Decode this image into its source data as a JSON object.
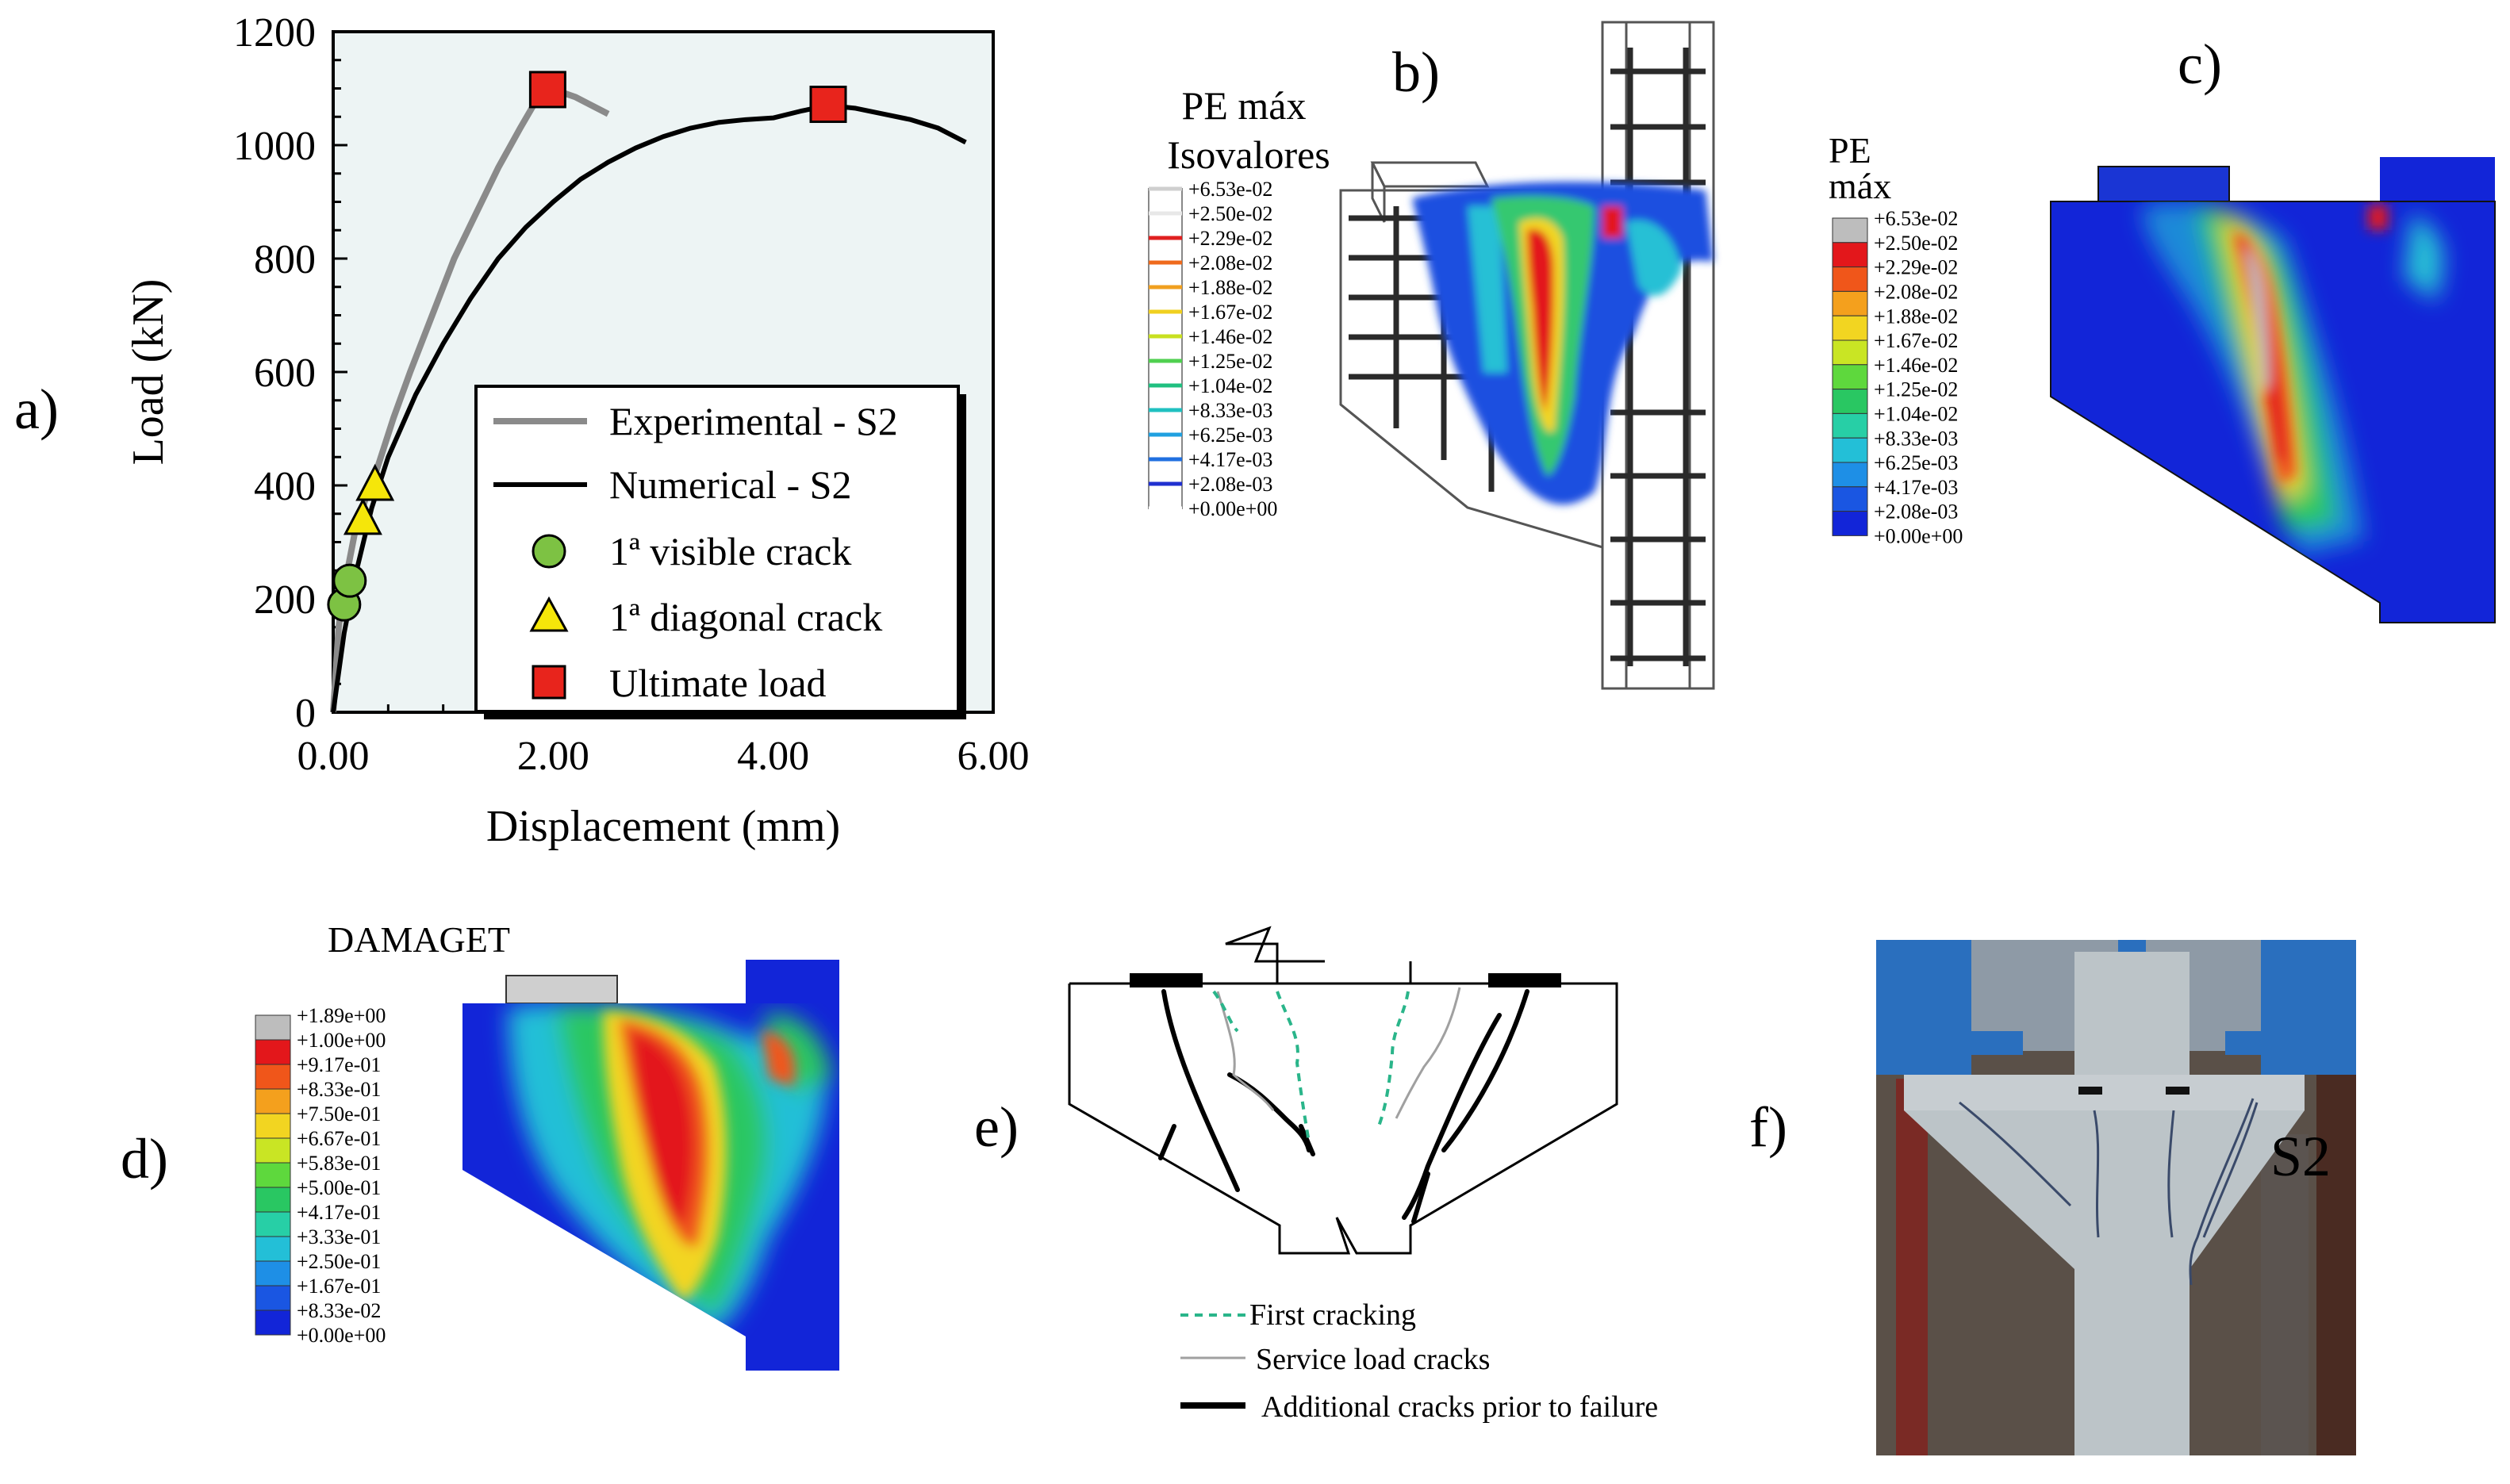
{
  "panels": {
    "a": "a)",
    "b": "b)",
    "c": "c)",
    "d": "d)",
    "e": "e)",
    "f": "f)"
  },
  "chart_data": {
    "type": "scatter",
    "xlabel": "Displacement (mm)",
    "ylabel": "Load (kN)",
    "xlim": [
      0,
      6.0
    ],
    "ylim": [
      0,
      1200
    ],
    "xticks": [
      "0.00",
      "2.00",
      "4.00",
      "6.00"
    ],
    "yticks": [
      "0",
      "200",
      "400",
      "600",
      "800",
      "1000",
      "1200"
    ],
    "grid": false,
    "legend_position": "bottom-right",
    "series": [
      {
        "name": "Experimental - S2",
        "kind": "line",
        "color": "#8a8a8a",
        "x": [
          0,
          0.05,
          0.1,
          0.2,
          0.3,
          0.4,
          0.55,
          0.7,
          0.9,
          1.1,
          1.3,
          1.5,
          1.7,
          1.85,
          1.95,
          2.05,
          2.2,
          2.35,
          2.5
        ],
        "y": [
          0,
          150,
          220,
          320,
          380,
          430,
          520,
          600,
          700,
          800,
          880,
          960,
          1030,
          1080,
          1095,
          1095,
          1085,
          1070,
          1055
        ]
      },
      {
        "name": "Numerical - S2",
        "kind": "line",
        "color": "#000000",
        "x": [
          0,
          0.1,
          0.2,
          0.35,
          0.5,
          0.75,
          1.0,
          1.25,
          1.5,
          1.75,
          2.0,
          2.25,
          2.5,
          2.75,
          3.0,
          3.25,
          3.5,
          3.75,
          4.0,
          4.25,
          4.5,
          4.75,
          5.0,
          5.25,
          5.5,
          5.75
        ],
        "y": [
          0,
          140,
          240,
          360,
          450,
          560,
          650,
          730,
          800,
          855,
          900,
          940,
          970,
          995,
          1015,
          1030,
          1040,
          1045,
          1048,
          1060,
          1070,
          1065,
          1055,
          1045,
          1030,
          1005
        ]
      },
      {
        "name": "1ª visible crack",
        "kind": "marker",
        "marker": "circle",
        "color": "#7dc243",
        "x": [
          0.1,
          0.15
        ],
        "y": [
          190,
          232
        ]
      },
      {
        "name": "1ª diagonal crack",
        "kind": "marker",
        "marker": "triangle",
        "color": "#f5e60a",
        "x": [
          0.27,
          0.38
        ],
        "y": [
          340,
          400
        ]
      },
      {
        "name": "Ultimate load",
        "kind": "marker",
        "marker": "square",
        "color": "#e8241c",
        "x": [
          1.95,
          4.5
        ],
        "y": [
          1098,
          1072
        ]
      }
    ]
  },
  "panel_b": {
    "title_line1": "PE máx",
    "title_line2": "Isovalores",
    "legend_values": [
      "+6.53e-02",
      "+2.50e-02",
      "+2.29e-02",
      "+2.08e-02",
      "+1.88e-02",
      "+1.67e-02",
      "+1.46e-02",
      "+1.25e-02",
      "+1.04e-02",
      "+8.33e-03",
      "+6.25e-03",
      "+4.17e-03",
      "+2.08e-03",
      "+0.00e+00"
    ],
    "line_colors": [
      "#cfcfcf",
      "#e8e8e8",
      "#e02020",
      "#ef6a1c",
      "#f0a020",
      "#f0d020",
      "#c8e020",
      "#50d050",
      "#20c080",
      "#20c0c0",
      "#20a0e0",
      "#2070e0",
      "#2030d0",
      "#ffffff"
    ]
  },
  "panel_c": {
    "title_line1": "PE",
    "title_line2": "máx",
    "legend_values": [
      "+6.53e-02",
      "+2.50e-02",
      "+2.29e-02",
      "+2.08e-02",
      "+1.88e-02",
      "+1.67e-02",
      "+1.46e-02",
      "+1.25e-02",
      "+1.04e-02",
      "+8.33e-03",
      "+6.25e-03",
      "+4.17e-03",
      "+2.08e-03",
      "+0.00e+00"
    ],
    "colors": [
      "#bdbdbd",
      "#e3171b",
      "#f0561a",
      "#f4a01d",
      "#f2d521",
      "#c9e524",
      "#5ed83d",
      "#29c762",
      "#27cfa6",
      "#23bfd7",
      "#1e8fe6",
      "#1a56e2",
      "#1225d8"
    ]
  },
  "panel_d": {
    "title": "DAMAGET",
    "legend_values": [
      "+1.89e+00",
      "+1.00e+00",
      "+9.17e-01",
      "+8.33e-01",
      "+7.50e-01",
      "+6.67e-01",
      "+5.83e-01",
      "+5.00e-01",
      "+4.17e-01",
      "+3.33e-01",
      "+2.50e-01",
      "+1.67e-01",
      "+8.33e-02",
      "+0.00e+00"
    ],
    "colors": [
      "#bdbdbd",
      "#e3171b",
      "#f0561a",
      "#f4a01d",
      "#f2d521",
      "#c9e524",
      "#5ed83d",
      "#29c762",
      "#27cfa6",
      "#23bfd7",
      "#1e8fe6",
      "#1a56e2",
      "#1225d8"
    ]
  },
  "panel_e": {
    "legend": [
      {
        "label": "First cracking",
        "color": "#2ab58a",
        "style": "dashed"
      },
      {
        "label": "Service load cracks",
        "color": "#a0a0a0",
        "style": "solid-thin"
      },
      {
        "label": "Additional cracks prior to failure",
        "color": "#000000",
        "style": "solid-thick"
      }
    ]
  },
  "panel_f": {
    "specimen_label": "S2"
  }
}
